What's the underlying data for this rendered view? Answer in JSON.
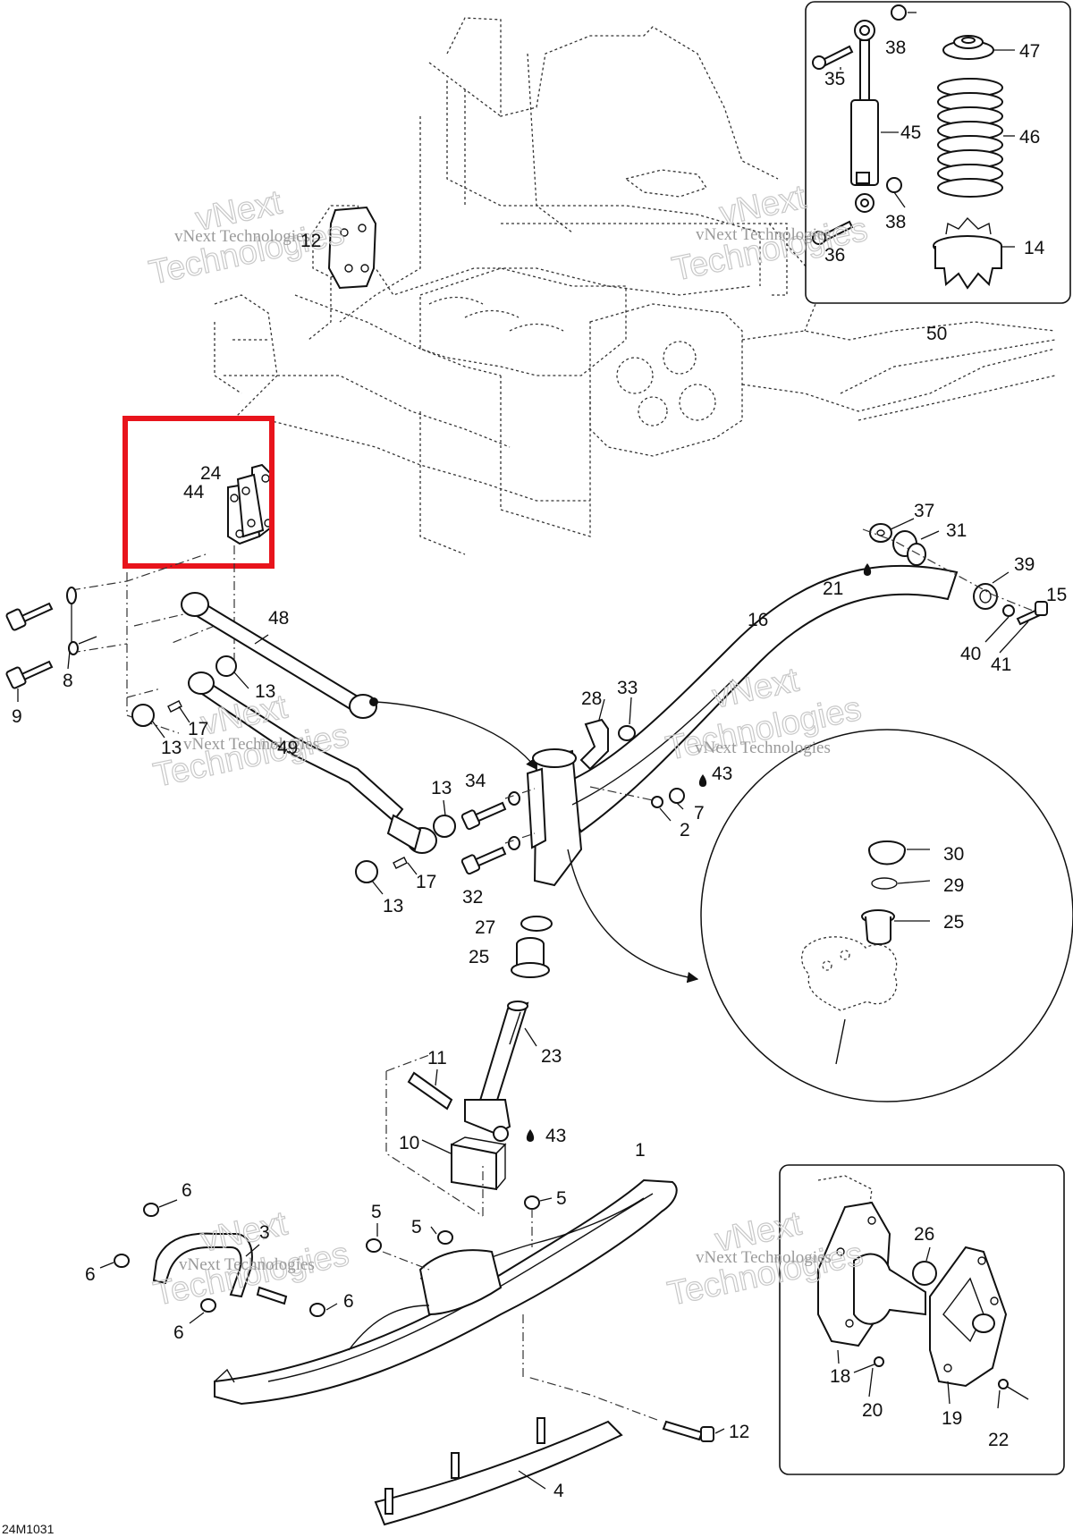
{
  "callouts": {
    "c1": "1",
    "c2": "2",
    "c3": "3",
    "c4": "4",
    "c5a": "5",
    "c5b": "5",
    "c5c": "5",
    "c6a": "6",
    "c6b": "6",
    "c6c": "6",
    "c6d": "6",
    "c7": "7",
    "c8": "8",
    "c9": "9",
    "c10": "10",
    "c11": "11",
    "c12a": "12",
    "c12b": "12",
    "c13a": "13",
    "c13b": "13",
    "c13c": "13",
    "c13d": "13",
    "c14": "14",
    "c15": "15",
    "c16": "16",
    "c17a": "17",
    "c17b": "17",
    "c18": "18",
    "c19": "19",
    "c20": "20",
    "c21": "21",
    "c22": "22",
    "c23": "23",
    "c24": "24",
    "c25a": "25",
    "c25b": "25",
    "c26": "26",
    "c27": "27",
    "c28": "28",
    "c29": "29",
    "c30": "30",
    "c31": "31",
    "c32": "32",
    "c33": "33",
    "c34": "34",
    "c35": "35",
    "c36": "36",
    "c37": "37",
    "c38a": "38",
    "c38b": "38",
    "c39": "39",
    "c40": "40",
    "c41": "41",
    "c43a": "43",
    "c43b": "43",
    "c44": "44",
    "c45": "45",
    "c46": "46",
    "c47": "47",
    "c48": "48",
    "c49": "49",
    "c50": "50"
  },
  "watermark": {
    "line1": "vNext Technologies",
    "line2": "vNext",
    "line3": "Technologies"
  },
  "drawing_code": "24M1031",
  "highlight_color": "#e8141c"
}
